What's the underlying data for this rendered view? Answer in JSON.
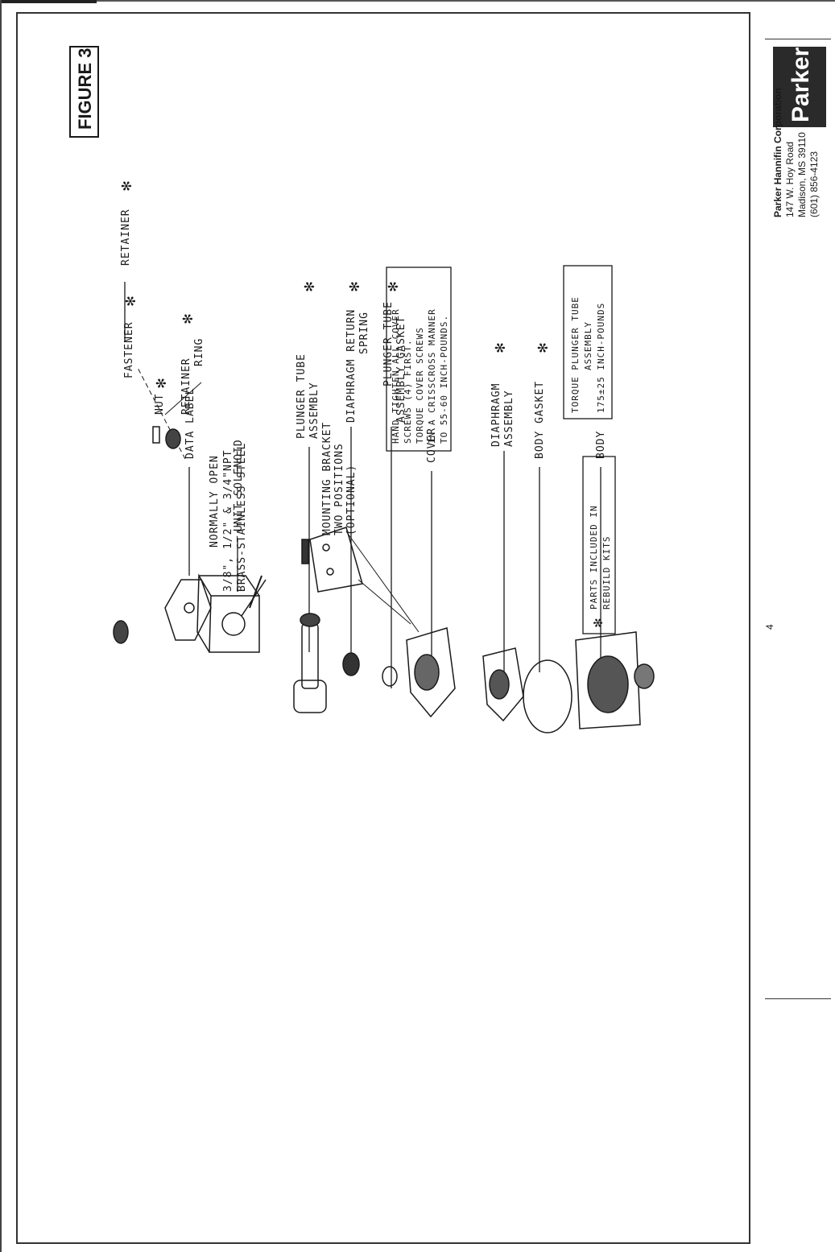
{
  "figure_label": "FIGURE 3",
  "valve_description": {
    "line1": "NORMALLY OPEN",
    "line2": "3/8\", 1/2\" & 3/4\"NPT",
    "line3": "BRASS-STAINLESS STEEL"
  },
  "parts": [
    {
      "label": "RETAINER",
      "kit": true
    },
    {
      "label": "DATA LABEL",
      "kit": false
    },
    {
      "label": "UNIT SOLENOID",
      "kit": false
    },
    {
      "label": "PLUNGER TUBE",
      "label2": "ASSEMBLY",
      "kit": true
    },
    {
      "label": "DIAPHRAGM RETURN",
      "label2": "SPRING",
      "kit": true
    },
    {
      "label": "PLUNGER TUBE",
      "label2": "ASSEMBLY GASKET",
      "kit": true
    },
    {
      "label": "COVER",
      "kit": false
    },
    {
      "label": "DIAPHRAGM",
      "label2": "ASSEMBLY",
      "kit": true
    },
    {
      "label": "BODY GASKET",
      "kit": true
    },
    {
      "label": "BODY",
      "kit": false
    }
  ],
  "fastener_parts": [
    {
      "label": "FASTENER",
      "kit": true
    },
    {
      "label": "NUT",
      "kit": true
    },
    {
      "label": "RETAINER",
      "label2": "RING",
      "kit": true
    }
  ],
  "mounting_bracket": {
    "line1": "MOUNTING BRACKET",
    "line2": "TWO POSITIONS",
    "line3": "(OPTIONAL)"
  },
  "cover_screw_note": {
    "line1": "HAND TIGHTEN ALL COVER",
    "line2": "SCREWS (4) FIRST.",
    "line3": "TORQUE COVER SCREWS",
    "line4": "IN A CRISSCROSS MANNER",
    "line5": "TO 55-60 INCH-POUNDS."
  },
  "plunger_torque_note": {
    "line1": "TORQUE PLUNGER TUBE",
    "line2": "ASSEMBLY",
    "line3": "175±25 INCH-POUNDS"
  },
  "kit_legend": {
    "line1": "PARTS INCLUDED IN",
    "line2": "REBUILD KITS"
  },
  "kit_symbol": "✻",
  "page_number": "4",
  "company": {
    "name": "Parker Hannifin Corporation",
    "street": "147 W. Hoy Road",
    "city": "Madison, MS  39110",
    "phone": "(601) 856-4123"
  },
  "logo_text": "Parker"
}
